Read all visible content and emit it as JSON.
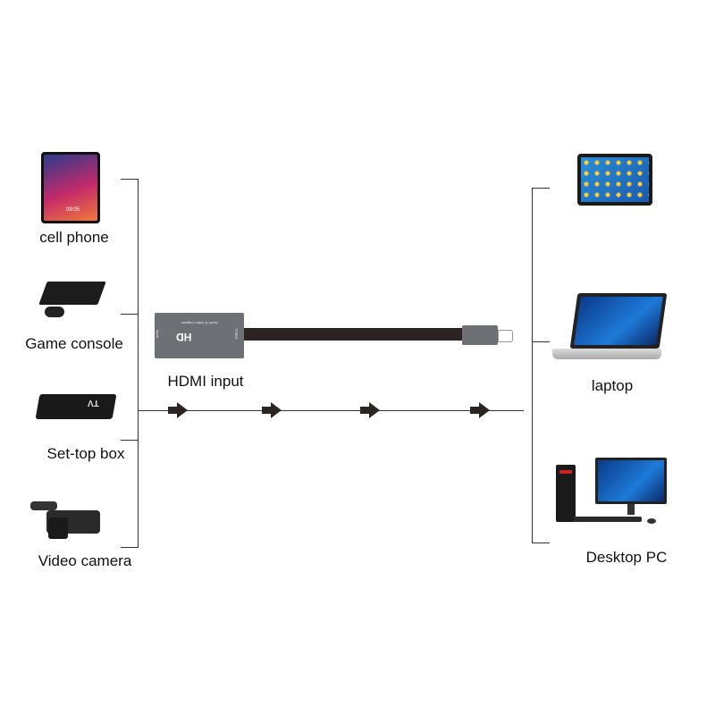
{
  "sources": [
    {
      "label": "cell phone",
      "icon": "smartphone-icon"
    },
    {
      "label": "Game console",
      "icon": "game-console-icon"
    },
    {
      "label": "Set-top box",
      "icon": "set-top-box-icon",
      "box_text": "TV"
    },
    {
      "label": "Video camera",
      "icon": "video-camera-icon"
    }
  ],
  "device": {
    "label": "HDMI input",
    "logo": "HD",
    "product_text": "Audio & Video Capture",
    "input_text": "Input",
    "output_text": "Output",
    "body_color": "#6d7074",
    "cable_color": "#2b2422"
  },
  "targets": [
    {
      "label": "",
      "icon": "tablet-icon"
    },
    {
      "label": "laptop",
      "icon": "laptop-icon"
    },
    {
      "label": "Desktop PC",
      "icon": "desktop-pc-icon"
    }
  ],
  "phone_time": "09:05"
}
